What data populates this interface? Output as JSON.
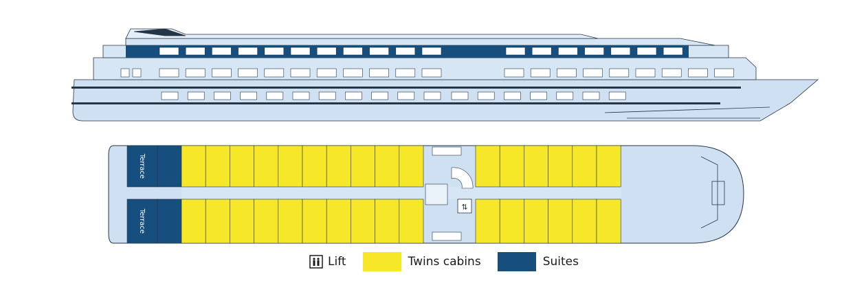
{
  "deck_plan": {
    "terrace_labels": [
      "Terrace",
      "Terrace"
    ]
  },
  "legend": [
    {
      "key": "lift",
      "label": "Lift",
      "icon": "lift-icon"
    },
    {
      "key": "twins",
      "label": "Twins cabins",
      "color": "#f6e829"
    },
    {
      "key": "suites",
      "label": "Suites",
      "color": "#164f7e"
    }
  ],
  "colors": {
    "hull": "#cfe0f2",
    "hull_outline": "#233546",
    "window": "#ffffff",
    "dark_band": "#164f7e",
    "twins_cabin": "#f6e829",
    "suite": "#164f7e",
    "deck_floor": "#cfe0f2"
  }
}
